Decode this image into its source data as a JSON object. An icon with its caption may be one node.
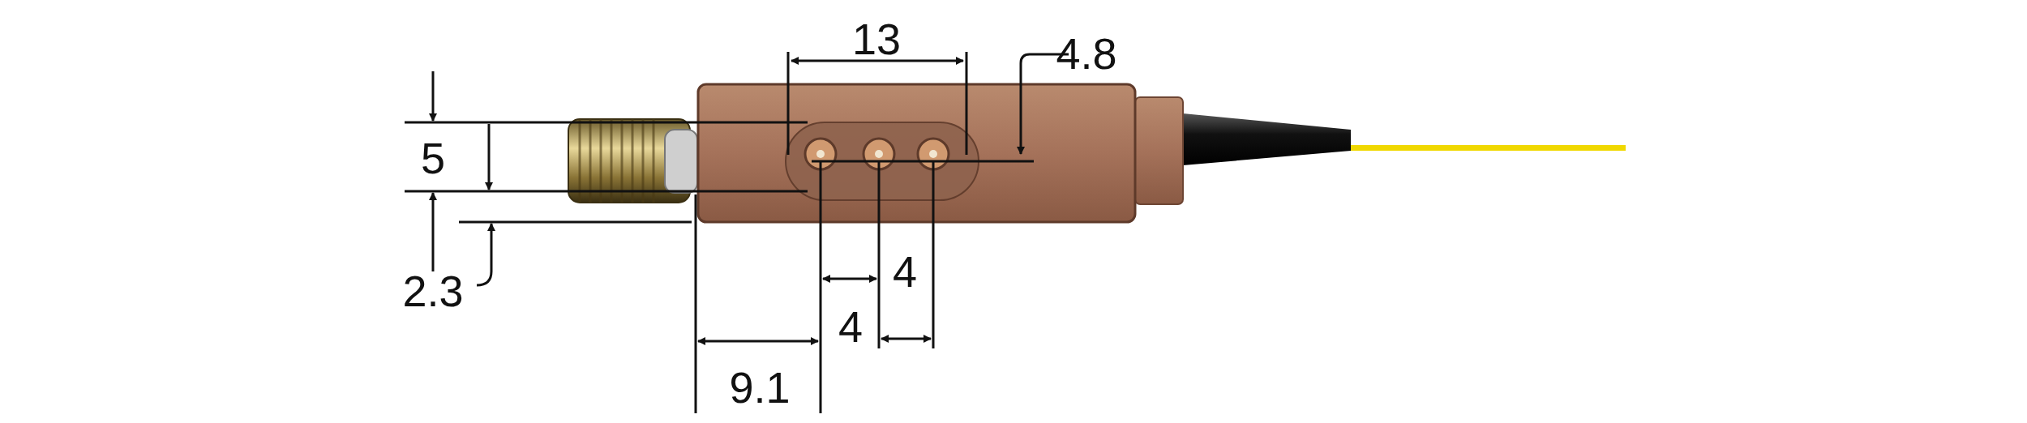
{
  "diagram": {
    "labels": [
      "13",
      "4.8",
      "5",
      "4",
      "2.3",
      "4",
      "9.1"
    ]
  }
}
